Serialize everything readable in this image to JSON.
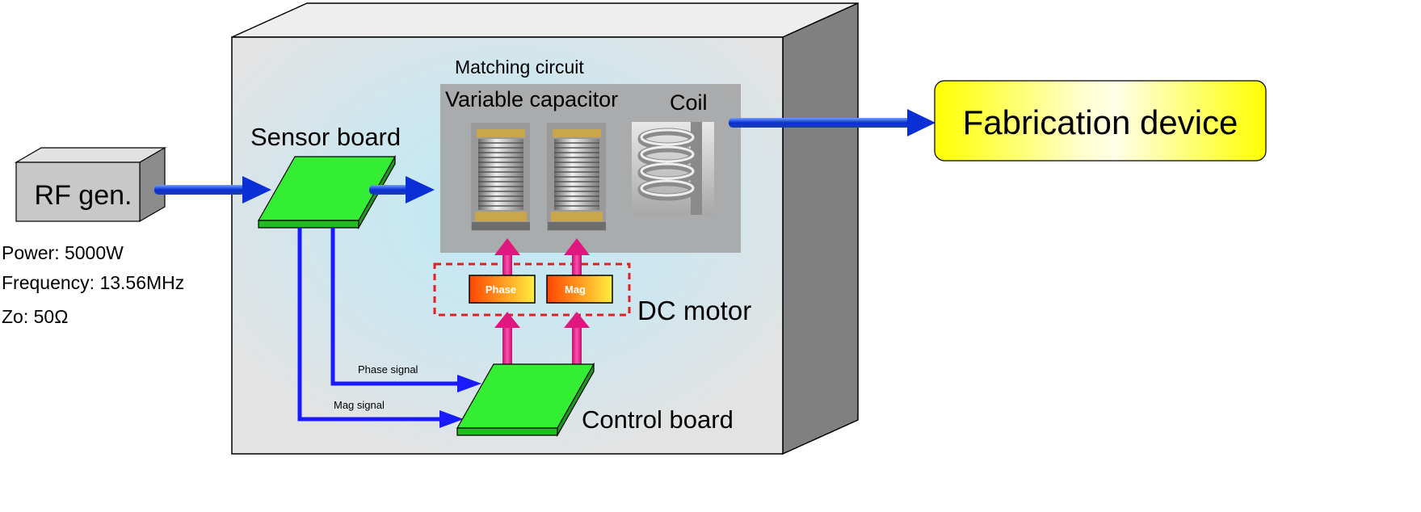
{
  "rf_generator": {
    "label": "RF gen.",
    "specs": [
      "Power: 5000W",
      "Frequency: 13.56MHz",
      "Zo: 50Ω"
    ]
  },
  "sensor_board": {
    "label": "Sensor board"
  },
  "matching_circuit": {
    "title": "Matching circuit",
    "capacitor_label": "Variable capacitor",
    "coil_label": "Coil"
  },
  "dc_motor": {
    "label": "DC motor",
    "motors": [
      "Phase",
      "Mag"
    ]
  },
  "signals": {
    "phase": "Phase signal",
    "mag": "Mag signal"
  },
  "control_board": {
    "label": "Control board"
  },
  "fabrication_device": {
    "label": "Fabrication device"
  },
  "colors": {
    "arrow": "#1a1aff",
    "board": "#33ee33",
    "motor_arrow": "#e0177f",
    "dashed": "#e02020",
    "device_fill": "#ffff00",
    "box_side": "#7f7f7f"
  }
}
